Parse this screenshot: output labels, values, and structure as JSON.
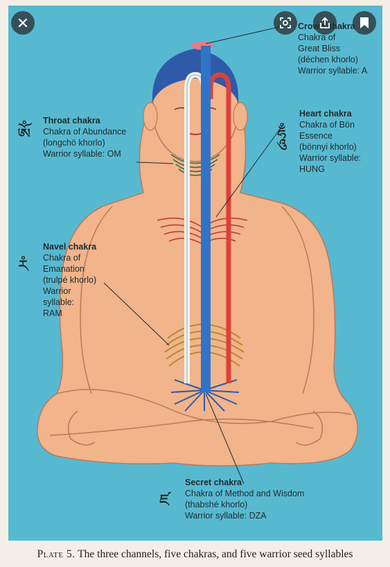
{
  "chakras": {
    "crown": {
      "title": "Crown chakra",
      "lines": [
        "Chakra of",
        "Great Bliss",
        "(déchen khorlo)",
        "Warrior syllable: A"
      ]
    },
    "throat": {
      "title": "Throat chakra",
      "lines": [
        "Chakra of Abundance",
        "(longchö khorlo)",
        "Warrior syllable: OM"
      ]
    },
    "heart": {
      "title": "Heart chakra",
      "lines": [
        "Chakra of Bön",
        "Essence",
        "(bönnyi khorlo)",
        "Warrior syllable:",
        "HUNG"
      ]
    },
    "navel": {
      "title": "Navel chakra",
      "lines": [
        "Chakra of",
        "Emanation",
        "(trulpé khorlo)",
        "Warrior",
        "syllable:",
        "RAM"
      ]
    },
    "secret": {
      "title": "Secret chakra",
      "lines": [
        "Chakra of Method and Wisdom",
        "(thabshé khorlo)",
        "Warrior syllable: DZA"
      ]
    }
  },
  "syllables": {
    "throat": "ཨོཾ",
    "heart": "ཧཱུྃ",
    "navel": "རཾ",
    "secret": "ཛ"
  },
  "caption": {
    "plate": "Plate 5.",
    "text": "The three channels, five chakras, and five warrior seed syllables"
  },
  "overlay": {
    "icons": [
      "close-icon",
      "lens-icon",
      "share-icon",
      "bookmark-icon"
    ]
  },
  "colors": {
    "background": "#57b9d0",
    "skin": "#f1b48b",
    "hair": "#2f5aa8",
    "central_channel": "#2f74c8",
    "right_channel": "#d9423c",
    "left_channel": "#f2f2f2"
  }
}
